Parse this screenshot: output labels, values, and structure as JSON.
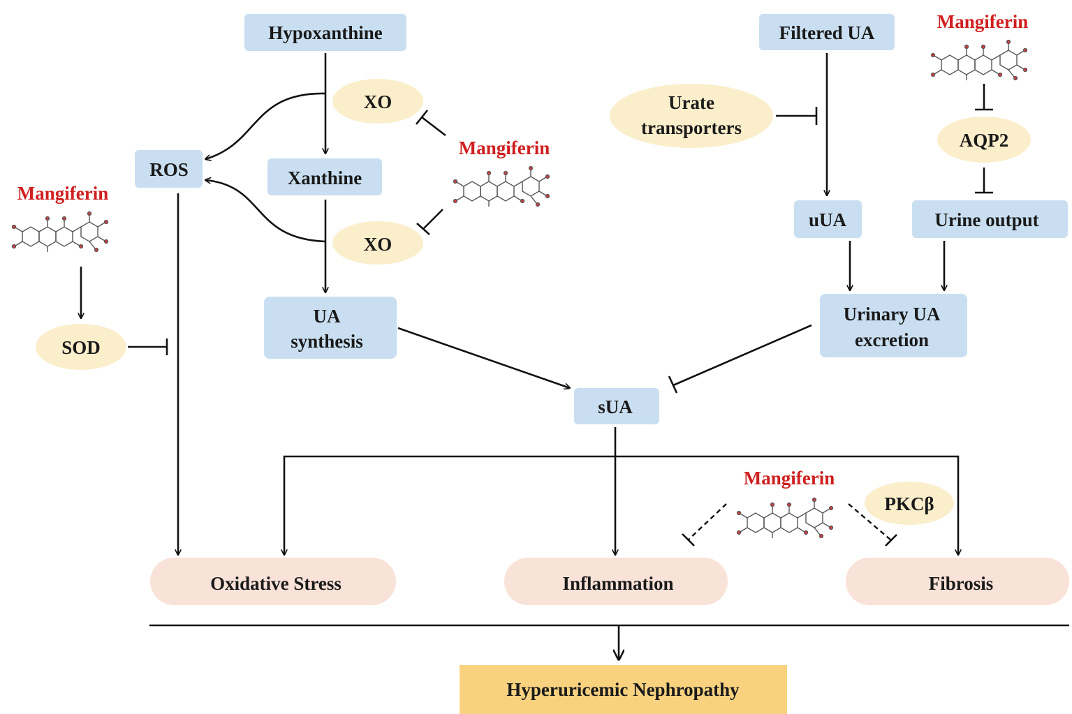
{
  "colors": {
    "metabolite_box": "#c9dff1",
    "enzyme_ellipse": "#fbeecb",
    "outcome_pill": "#f9e2d8",
    "final_box": "#f8d27f",
    "drug_label": "#d01f1f",
    "arrow": "#111111"
  },
  "nodes": {
    "hypoxanthine": "Hypoxanthine",
    "xanthine": "Xanthine",
    "ua_synthesis_line1": "UA",
    "ua_synthesis_line2": "synthesis",
    "ros": "ROS",
    "xo_top": "XO",
    "xo_bottom": "XO",
    "sod": "SOD",
    "filtered_ua": "Filtered UA",
    "urate_transporters_line1": "Urate",
    "urate_transporters_line2": "transporters",
    "uua": "uUA",
    "aqp2": "AQP2",
    "urine_output": "Urine output",
    "urinary_ua_line1": "Urinary UA",
    "urinary_ua_line2": "excretion",
    "sua": "sUA",
    "pkcb": "PKCβ",
    "oxidative_stress": "Oxidative Stress",
    "inflammation": "Inflammation",
    "fibrosis": "Fibrosis",
    "final_outcome": "Hyperuricemic Nephropathy"
  },
  "drug_labels": {
    "left": "Mangiferin",
    "center": "Mangiferin",
    "top_right": "Mangiferin",
    "bottom": "Mangiferin"
  },
  "icons": {
    "molecule": "mangiferin-structure-icon"
  }
}
